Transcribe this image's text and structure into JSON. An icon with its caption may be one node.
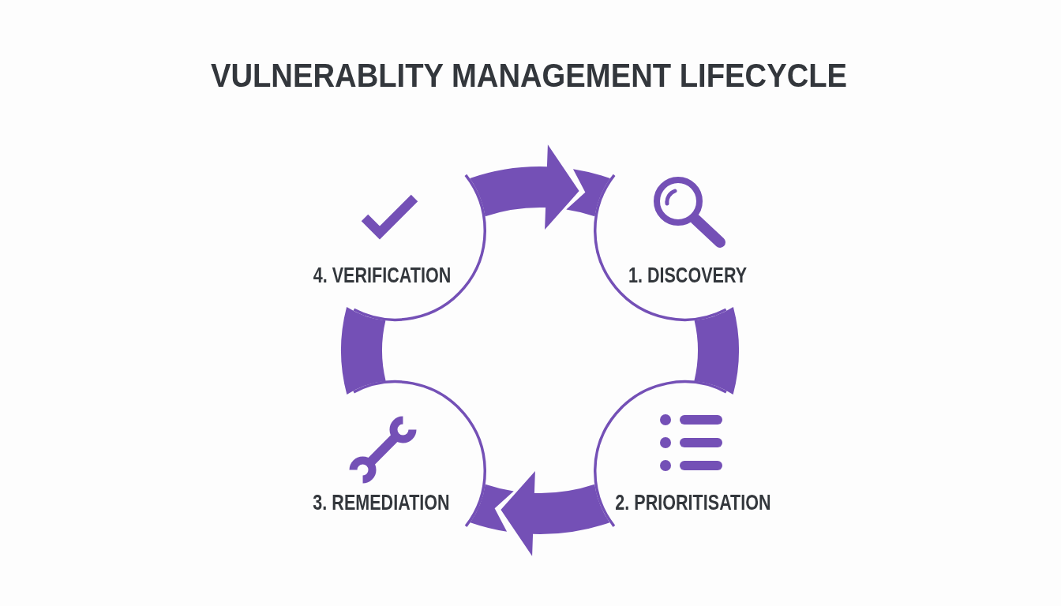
{
  "diagram": {
    "title": "VULNERABLITY MANAGEMENT LIFECYCLE",
    "nodes": [
      {
        "text": [
          "1. DISCOVERY"
        ]
      },
      {
        "text": [
          "2. PRIORITISATION"
        ]
      },
      {
        "text": [
          "3. REMEDIATION"
        ]
      },
      {
        "text": [
          "4. VERIFICATION"
        ]
      }
    ],
    "edges": [
      {
        "from": 0,
        "to": 1,
        "arrow": "none"
      },
      {
        "from": 1,
        "to": 2,
        "arrow": "to"
      },
      {
        "from": 2,
        "to": 3,
        "arrow": "none"
      },
      {
        "from": 3,
        "to": 0,
        "arrow": "to"
      }
    ]
  }
}
